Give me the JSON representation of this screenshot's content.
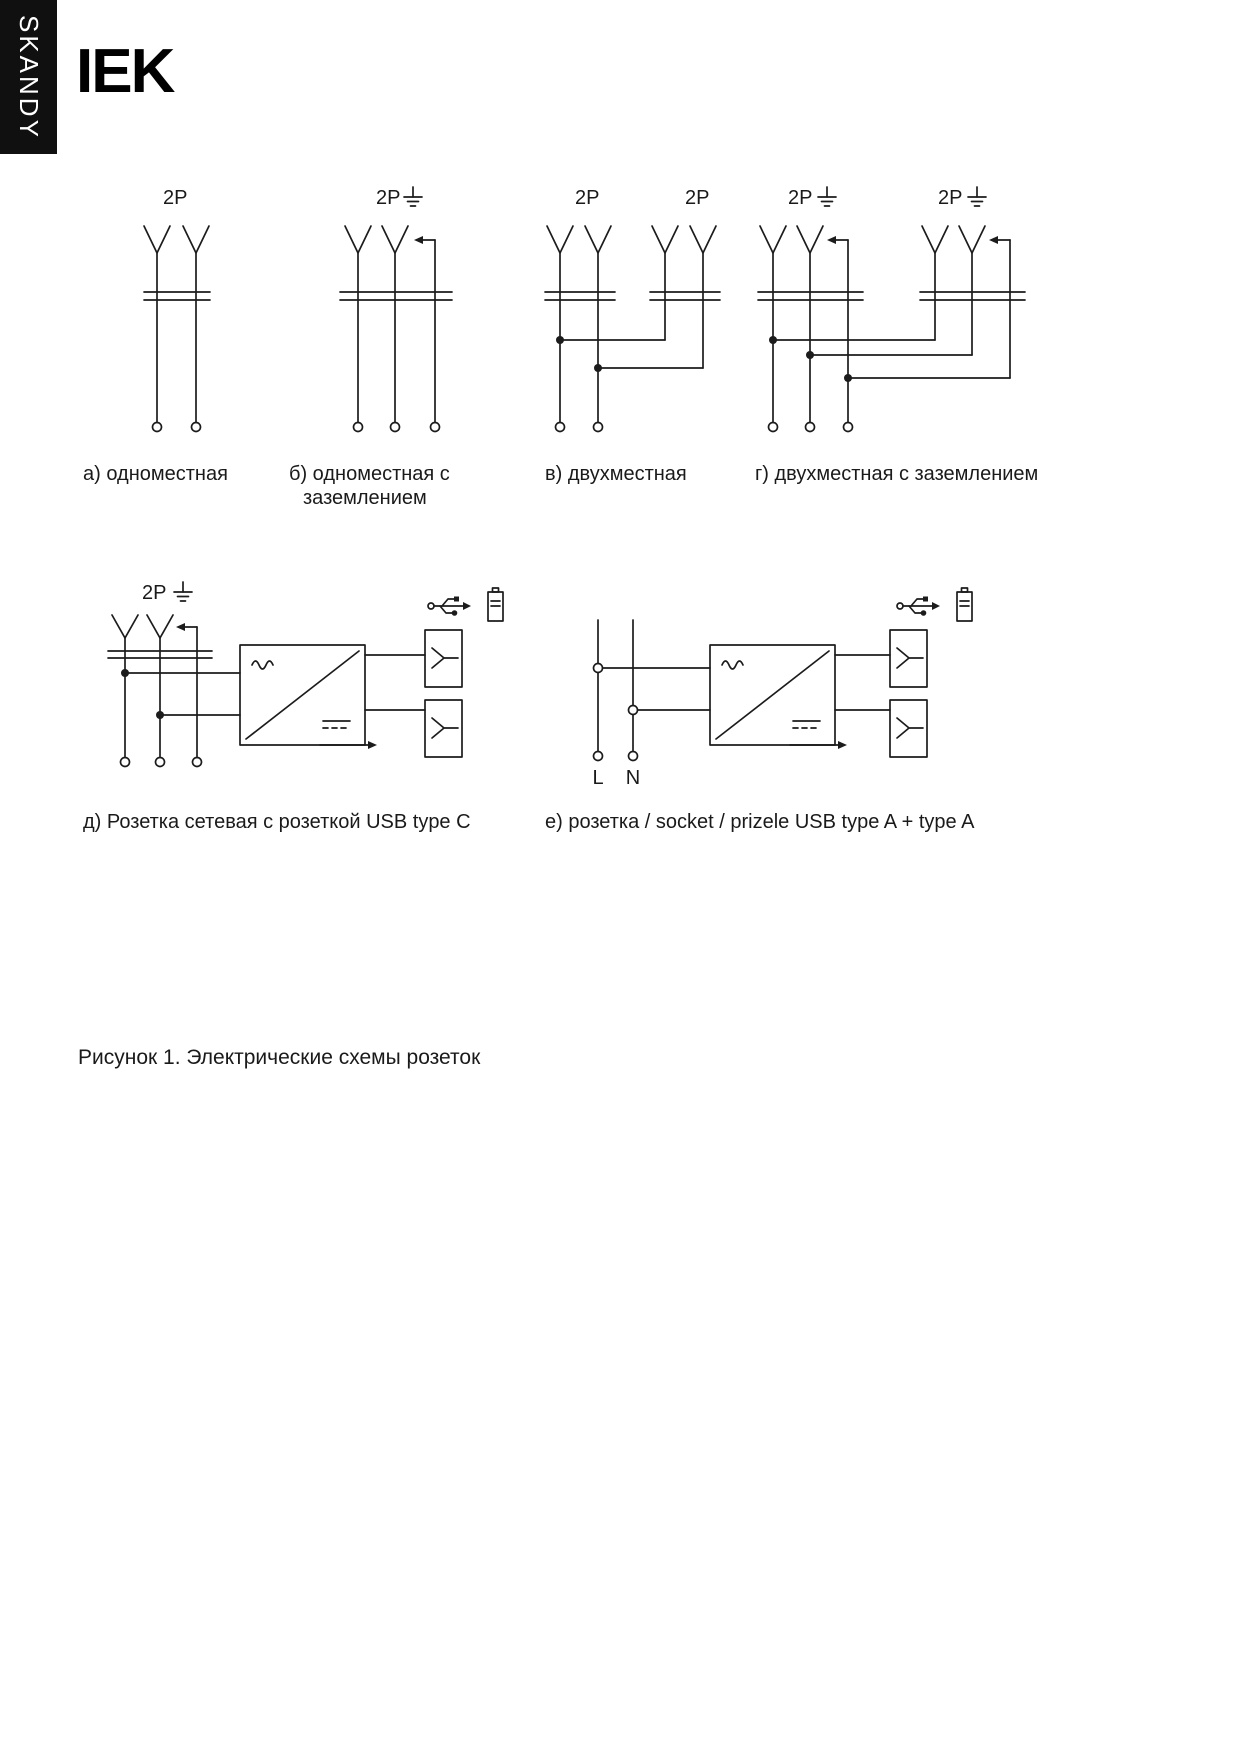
{
  "sidebar": {
    "vertical_label": "SKANDY"
  },
  "header": {
    "brand": "IEK"
  },
  "diagrams": {
    "a": {
      "pole_label": "2P",
      "caption": "а) одноместная"
    },
    "b": {
      "pole_label": "2P",
      "caption": "б) одноместная с заземлением"
    },
    "v": {
      "pole_label_left": "2P",
      "pole_label_right": "2P",
      "caption": "в) двухместная"
    },
    "g": {
      "pole_label_left": "2P",
      "pole_label_right": "2P",
      "caption": "г) двухместная с заземлением"
    },
    "d": {
      "pole_label": "2P",
      "caption": "д) Розетка сетевая с розеткой USB type C"
    },
    "e": {
      "line_label": "L",
      "neutral_label": "N",
      "caption": "е) розетка / socket / prizele USB type A + type A"
    }
  },
  "figure": {
    "caption": "Рисунок 1. Электрические схемы розеток"
  }
}
